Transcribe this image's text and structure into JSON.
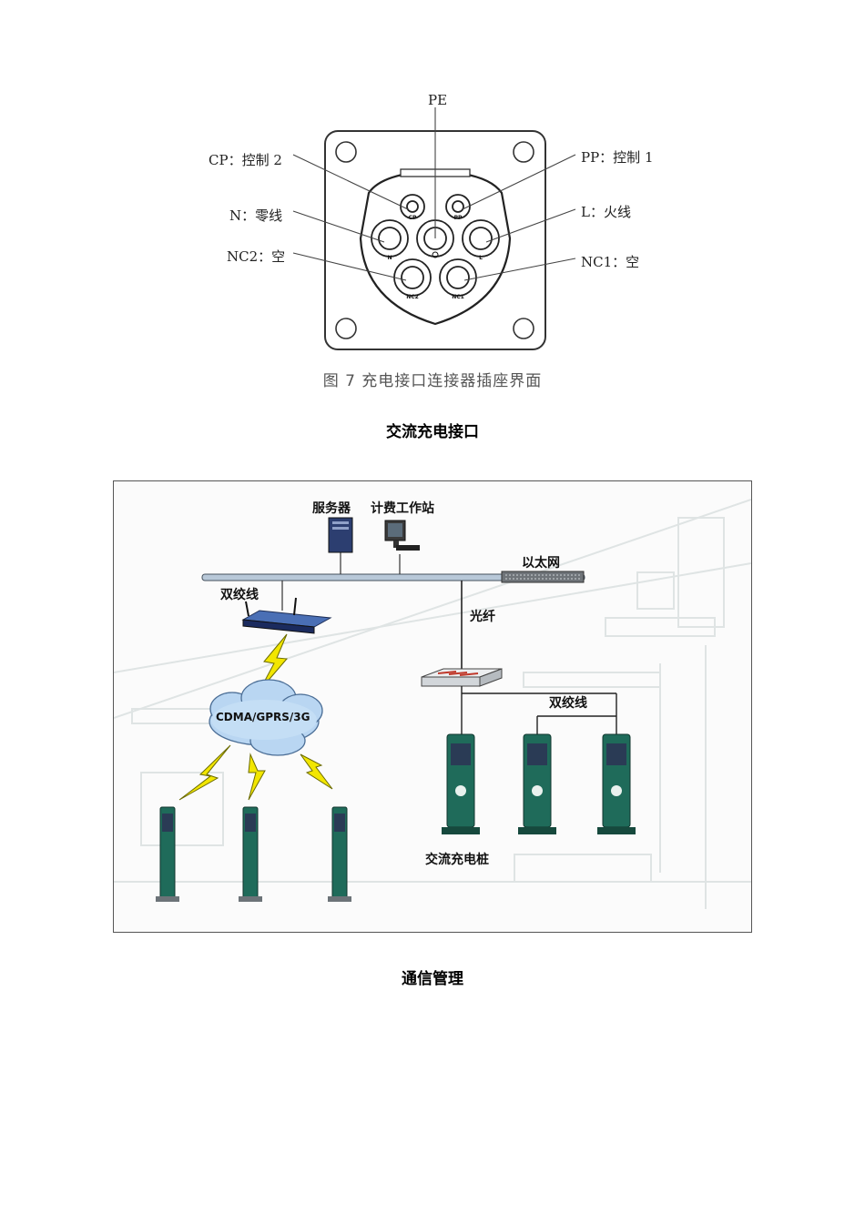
{
  "figure1": {
    "pins": {
      "pe": "PE",
      "cp": "CP：控制 2",
      "pp": "PP：控制 1",
      "n": "N：零线",
      "l": "L：火线",
      "nc2": "NC2：空",
      "nc1": "NC1：空"
    },
    "pin_marks": {
      "cp": "CP",
      "pp": "PP",
      "n": "N",
      "l": "L",
      "nc2": "NC2",
      "nc1": "NC1"
    },
    "caption": "图 7  充电接口连接器插座界面"
  },
  "section1_title": "交流充电接口",
  "figure2": {
    "server": "服务器",
    "workstation": "计费工作站",
    "ethernet": "以太网",
    "twisted_pair_left": "双绞线",
    "fiber": "光纤",
    "cloud": "CDMA/GPRS/3G",
    "twisted_pair_right": "双绞线",
    "ac_pile": "交流充电桩"
  },
  "section2_title": "通信管理",
  "colors": {
    "pile_green": "#1f6b5a",
    "pile_screen": "#2a3b55",
    "bolt": "#f2e600",
    "cloud": "#b9d6f2"
  }
}
